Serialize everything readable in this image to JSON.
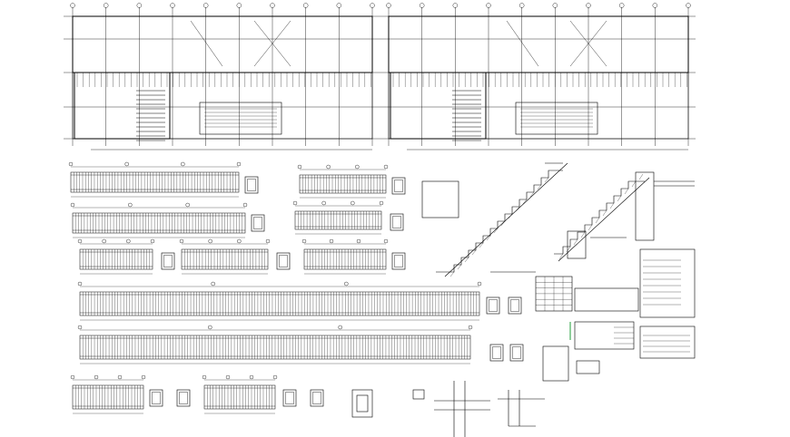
{
  "drawing": {
    "background": "#ffffff",
    "ink": "#000000",
    "accent_green": "#1f9d3a",
    "panels": [
      {
        "id": "plan-left"
      },
      {
        "id": "plan-right"
      },
      {
        "id": "beam-elevations"
      },
      {
        "id": "stair-sections"
      },
      {
        "id": "notes-table"
      },
      {
        "id": "column-details"
      }
    ]
  }
}
